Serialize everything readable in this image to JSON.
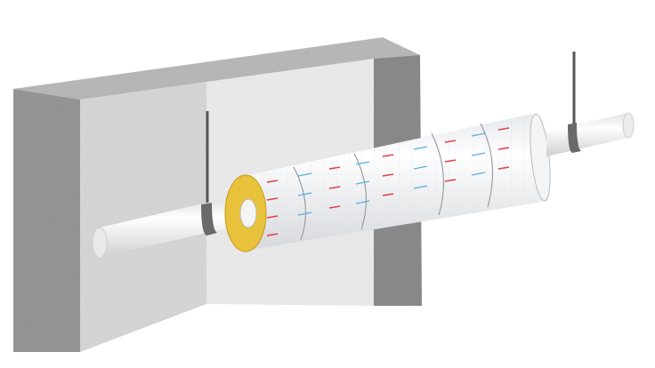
{
  "illustration": {
    "colors": {
      "background": "#ffffff",
      "concrete_dark": "#8e8e8e",
      "concrete_light": "#dcdcdc",
      "wall_face": "#f1f1f1",
      "pipe": "#f7f7f7",
      "insulation_core": "#e7c23a",
      "wrap_red": "#e0404a",
      "wrap_blue": "#5aaee0",
      "hanger_rod": "#555555"
    },
    "icons": [
      "pipe",
      "insulation-sleeve",
      "pipe-hanger",
      "concrete-wall"
    ]
  }
}
